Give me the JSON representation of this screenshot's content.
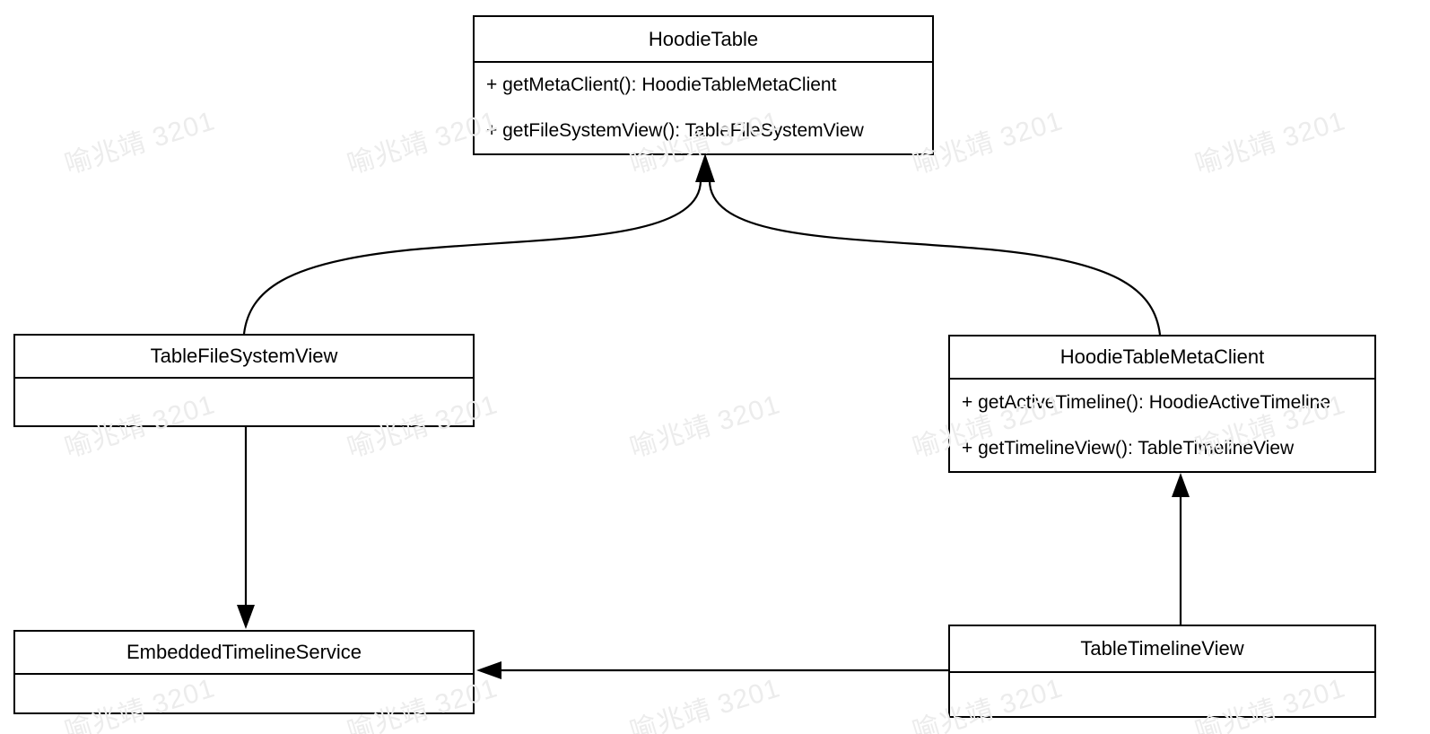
{
  "diagram": {
    "type": "uml-class-diagram",
    "classes": [
      {
        "id": "HoodieTable",
        "name": "HoodieTable",
        "methods": [
          "+ getMetaClient(): HoodieTableMetaClient",
          "+ getFileSystemView(): TableFileSystemView"
        ]
      },
      {
        "id": "TableFileSystemView",
        "name": "TableFileSystemView",
        "methods": []
      },
      {
        "id": "HoodieTableMetaClient",
        "name": "HoodieTableMetaClient",
        "methods": [
          "+ getActiveTimeline(): HoodieActiveTimeline",
          "+ getTimelineView(): TableTimelineView"
        ]
      },
      {
        "id": "EmbeddedTimelineService",
        "name": "EmbeddedTimelineService",
        "methods": []
      },
      {
        "id": "TableTimelineView",
        "name": "TableTimelineView",
        "methods": []
      }
    ],
    "relations": [
      {
        "from": "TableFileSystemView",
        "to": "HoodieTable",
        "line": "curved",
        "head": "solid-arrow"
      },
      {
        "from": "HoodieTableMetaClient",
        "to": "HoodieTable",
        "line": "curved",
        "head": "solid-arrow"
      },
      {
        "from": "TableFileSystemView",
        "to": "EmbeddedTimelineService",
        "line": "straight",
        "head": "solid-arrow"
      },
      {
        "from": "TableTimelineView",
        "to": "HoodieTableMetaClient",
        "line": "straight",
        "head": "solid-arrow"
      },
      {
        "from": "TableTimelineView",
        "to": "EmbeddedTimelineService",
        "line": "straight",
        "head": "solid-arrow"
      }
    ],
    "colors": {
      "line": "#000000",
      "background": "#ffffff",
      "text": "#000000"
    }
  },
  "watermark": {
    "text": "喻兆靖 3201",
    "color": "#ececec"
  }
}
